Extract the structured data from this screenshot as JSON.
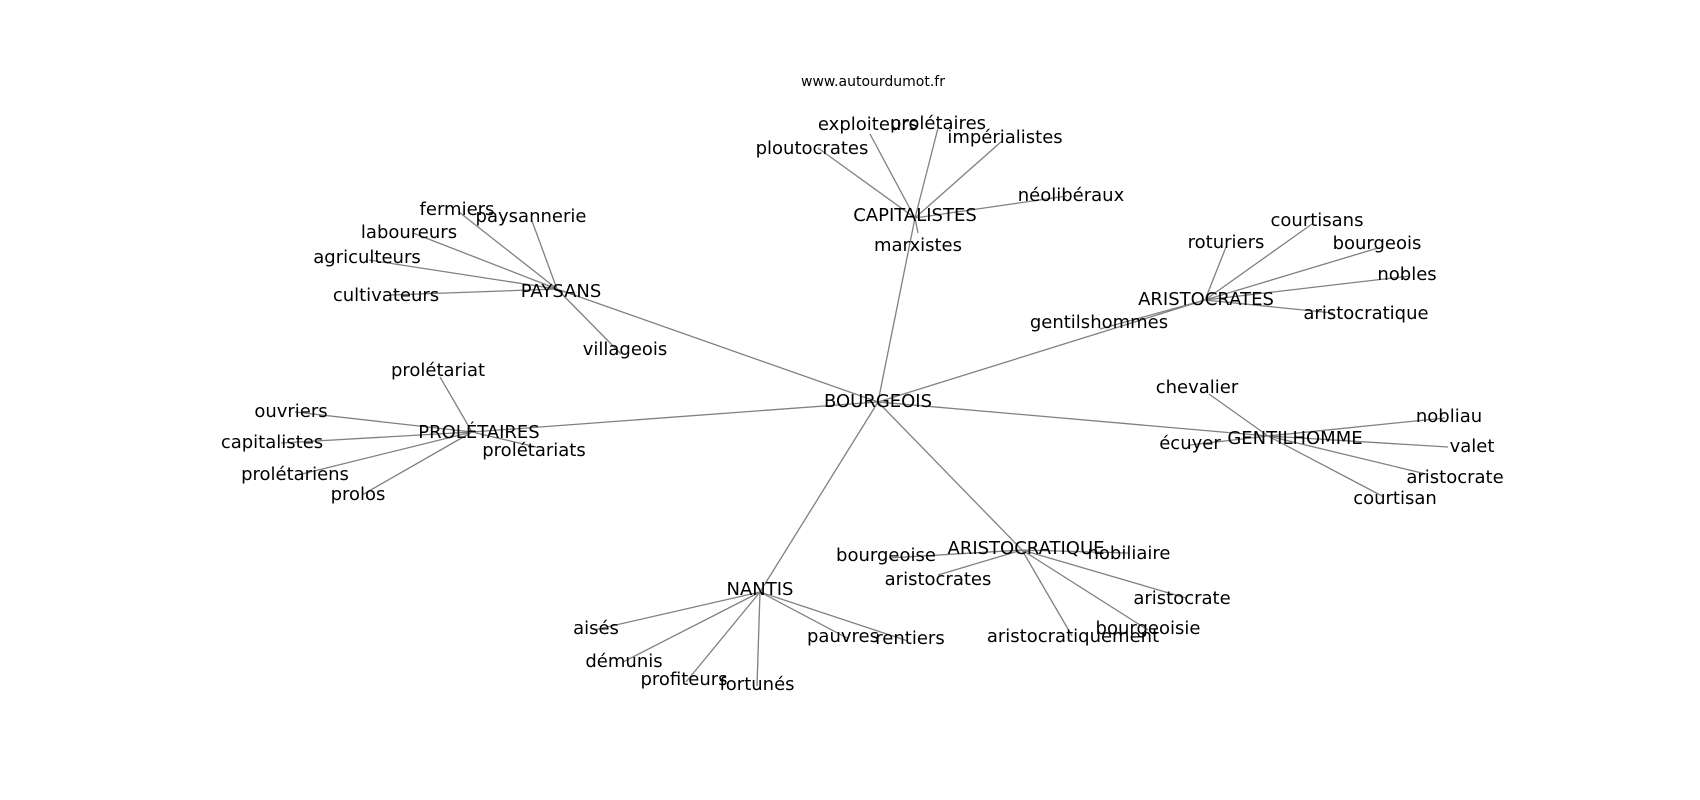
{
  "credit": "www.autourdumot.fr",
  "colors": {
    "edge": "#808080",
    "text": "#000000",
    "background": "#ffffff"
  },
  "center": "BOURGEOIS",
  "clusters": [
    {
      "hub": "CAPITALISTES",
      "leaves": [
        "exploiteurs",
        "prolétaires",
        "impérialistes",
        "ploutocrates",
        "néolibéraux",
        "marxistes"
      ]
    },
    {
      "hub": "PAYSANS",
      "leaves": [
        "fermiers",
        "paysannerie",
        "laboureurs",
        "agriculteurs",
        "cultivateurs",
        "villageois"
      ]
    },
    {
      "hub": "ARISTOCRATES",
      "leaves": [
        "courtisans",
        "roturiers",
        "bourgeois",
        "nobles",
        "aristocratique",
        "gentilshommes"
      ]
    },
    {
      "hub": "PROLÉTAIRES",
      "leaves": [
        "prolétariat",
        "ouvriers",
        "capitalistes",
        "prolétariens",
        "prolos",
        "prolétariats"
      ]
    },
    {
      "hub": "GENTILHOMME",
      "leaves": [
        "chevalier",
        "nobliau",
        "écuyer",
        "valet",
        "aristocrate",
        "courtisan"
      ]
    },
    {
      "hub": "ARISTOCRATIQUE",
      "leaves": [
        "bourgeoise",
        "nobiliaire",
        "aristocrates",
        "aristocrate",
        "bourgeoisie",
        "aristocratiquement"
      ]
    },
    {
      "hub": "NANTIS",
      "leaves": [
        "aisés",
        "démunis",
        "profiteurs",
        "fortunés",
        "pauvres",
        "rentiers"
      ]
    }
  ]
}
